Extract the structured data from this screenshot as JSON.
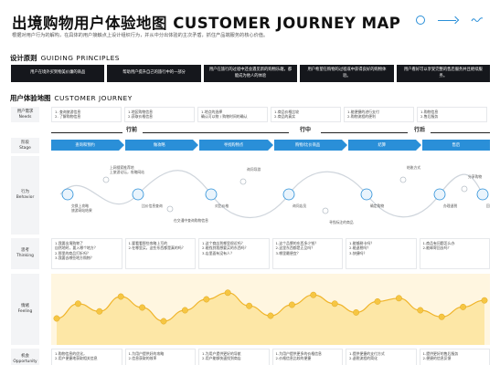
{
  "header": {
    "title": "出境购物用户体验地图 CUSTOMER JOURNEY MAP",
    "subtitle": "根据对用户行为的解构，在具体的用户接触点上设计组织行为，并从中分出体验的主次矛盾，抓住产品端服务的核心价值。"
  },
  "colors": {
    "accent": "#2a8fd8",
    "dark": "#15171c",
    "feel": "#f6c643",
    "feel_bg": "#fff6e0"
  },
  "icons": [
    "circle-icon",
    "arrow-right-icon",
    "wave-icon"
  ],
  "principles": {
    "cn": "设计原则",
    "en": "GUIDING PRINCIPLES",
    "items": [
      "用户在境外买到物美价廉的商品",
      "帮助用户提升自己的旅行中的一部分",
      "用户在旅行的过程中还会遇见新的购物乐趣，都能成为他人的体验",
      "用户希望在购物的过程或中获得良好的购物体验。",
      "用户看好可以享受完整的售后服务并且继续服务。"
    ]
  },
  "journey": {
    "cn": "用户体验地图",
    "en": "CUSTOMER JOURNEY",
    "rows": {
      "needs": [
        "用户需求",
        "Needs"
      ],
      "stage": [
        "阶段",
        "Stage"
      ],
      "behavior": [
        "行为",
        "Behavior"
      ],
      "thinking": [
        "思考",
        "Thinking"
      ],
      "feeling": [
        "情绪",
        "Feeling"
      ],
      "opportunity": [
        "机会",
        "Opportunity"
      ]
    },
    "needs": [
      [
        "1. 查询旅游信息",
        "2. 了解购物信息"
      ],
      [
        "1.地区购物信息",
        "2.获取价格信息"
      ],
      [
        "1.地点的选择",
        "确认可以物 / 购物时间的确认"
      ],
      [
        "1.商品价格比较",
        "2.商品的真实"
      ],
      [
        "1.能便捷的进行支付",
        "2.购物流程的便利"
      ],
      [
        "1.购物信息",
        "2.售后服务"
      ]
    ],
    "phases": [
      "行前",
      "行中",
      "行后"
    ],
    "stages": [
      "查询和预约",
      "做攻略",
      "寻找购物点",
      "购物/比价商品",
      "结算",
      "售后"
    ],
    "behavior_labels": [
      "交换上攻略\n旅游网站结果",
      "上网搜索推荐地\n上旅游论坛，攻略网站",
      "比价信息查询",
      "在交通中查询购物信息",
      "对比价格",
      "询问导游",
      "询问店员",
      "寻找标注的商品",
      "确定购物",
      "结账方式",
      "办理退税",
      "分享购物",
      "回家"
    ],
    "thinking": [
      [
        "1.我要出境购物了",
        "自然地时，要入哪个地方？",
        "2.那里的商品打折吗？",
        "3.我要去哪些地方购物？"
      ],
      [
        "1.要看看那些攻略上写的",
        "2.在哪里买，这些东西都是真的吗？"
      ],
      [
        "1.这个商店到哪里很近吗？",
        "2.能找到我想要买的东西吗？",
        "3.店里面有没有人？"
      ],
      [
        "1.这个品牌的东西多少钱？",
        "2.这里东西都是正品吗？",
        "3.哪里最便宜？"
      ],
      [
        "1.能够刷卡吗？",
        "2.能退税吗？",
        "3.快捷吗？"
      ],
      [
        "1.商品有问题怎么办",
        "2.能邮寄回去吗？"
      ]
    ],
    "opportunity": [
      [
        "1.购物信息的优化，",
        "2.用户便捷地获取相关信息"
      ],
      [
        "1.为用户提供好的攻略",
        "2.信息获取的效率"
      ],
      [
        "1.为用户提供更好的导航",
        "2.用户能够快速找到商店"
      ],
      [
        "1.为用户提供更多的价格信息",
        "2.价格信息比较的便捷"
      ],
      [
        "1.提供便捷的支付方式",
        "2.退税流程的简化"
      ],
      [
        "1.提供更好的售后服务",
        "2.便捷的信息反馈"
      ]
    ]
  },
  "feeling_scores": [
    0.35,
    0.62,
    0.48,
    0.75,
    0.55,
    0.3,
    0.5,
    0.7,
    0.82,
    0.58,
    0.4,
    0.6,
    0.78,
    0.62,
    0.46,
    0.66,
    0.72,
    0.5,
    0.38,
    0.56,
    0.68
  ]
}
